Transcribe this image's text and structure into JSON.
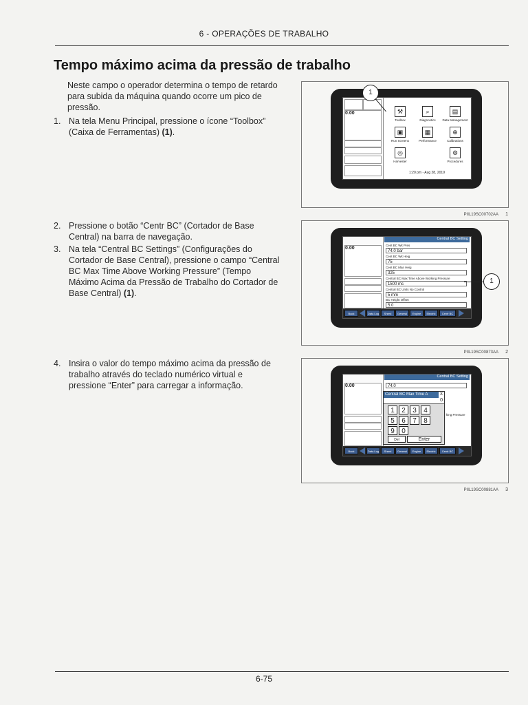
{
  "header": {
    "section": "6 - OPERAÇÕES DE TRABALHO"
  },
  "title": "Tempo máximo acima da pressão de trabalho",
  "intro": "Neste campo o operador determina o tempo de retardo para subida da máquina quando ocorre um pico de pressão.",
  "steps": [
    {
      "num": "1.",
      "text_a": "Na tela Menu Principal, pressione o ícone “Toolbox” (Caixa de Ferramentas) ",
      "ref": "(1)",
      "text_b": "."
    },
    {
      "num": "2.",
      "text_a": "Pressione o botão “Centr BC” (Cortador de Base Central) na barra de navegação.",
      "ref": "",
      "text_b": ""
    },
    {
      "num": "3.",
      "text_a": "Na tela “Central BC Settings” (Configurações do Cortador de Base Central), pressione o campo “Central BC Max Time Above Working Pressure” (Tempo Máximo Acima da Pressão de Trabalho do Cortador de Base Central) ",
      "ref": "(1)",
      "text_b": "."
    },
    {
      "num": "4.",
      "text_a": "Insira o valor do tempo máximo acima da pressão de trabalho através do teclado numérico virtual e pressione “Enter” para carregar a informação.",
      "ref": "",
      "text_b": ""
    }
  ],
  "figures": [
    {
      "code": "PIIL19SC00702AA",
      "number": "1",
      "callout": "1",
      "tools": [
        "Toolbox",
        "Diagnostics",
        "Data Management",
        "Run Screens",
        "Performance",
        "Calibrations",
        "Harvester",
        "Procedures"
      ],
      "status": "1:20 pm - Aug 28, 2019"
    },
    {
      "code": "PIIL19SC00873AA",
      "number": "2",
      "callout": "1",
      "screen_title": "Central BC Setting",
      "fields": [
        {
          "label": "Cent BC Wk Pres",
          "value": "74.0",
          "unit": "bar"
        },
        {
          "label": "Cent BC Wk Heig",
          "value": "75",
          "unit": ""
        },
        {
          "label": "Cent BC Man Heig",
          "value": "325",
          "unit": ""
        },
        {
          "label": "Central BC Max Time Above Working Pressure",
          "value": "1500",
          "unit": "ms"
        },
        {
          "label": "Central BC Units No Control",
          "value": "5",
          "unit": "mm"
        },
        {
          "label": "BC Height Offset",
          "value": "5.0",
          "unit": ""
        }
      ],
      "nav": [
        "Back",
        "Data Log",
        "Shred",
        "General",
        "Engine",
        "Electric",
        "Centr BC"
      ]
    },
    {
      "code": "PIIL19SC00881AA",
      "number": "3",
      "screen_title": "Central BC Setting",
      "top_value": "74.0",
      "keypad_title": "Central BC Max Time A",
      "keypad_close": "X",
      "display": "0",
      "keys": [
        "1",
        "2",
        "3",
        "4",
        "5",
        "6",
        "7",
        "8",
        "9",
        "0"
      ],
      "del": "Del",
      "enter": "Enter",
      "side_label": "king Pressure",
      "nav": [
        "Back",
        "Data Log",
        "Shred",
        "General",
        "Engine",
        "Electric",
        "Centr BC"
      ]
    }
  ],
  "page_number": "6-75"
}
